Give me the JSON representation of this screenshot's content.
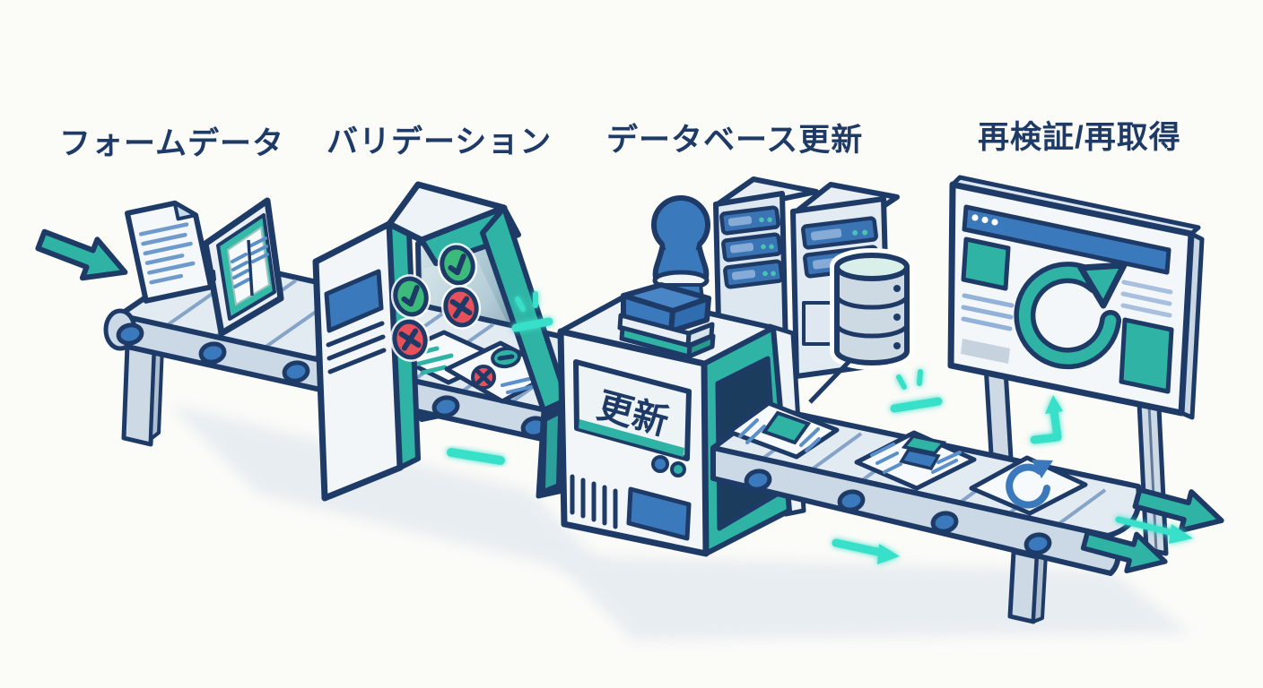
{
  "stages": [
    {
      "id": "form-data",
      "label": "フォームデータ"
    },
    {
      "id": "validation",
      "label": "バリデーション"
    },
    {
      "id": "database-update",
      "label": "データベース更新"
    },
    {
      "id": "revalidation-refetch",
      "label": "再検証/再取得"
    }
  ],
  "machine": {
    "stamp_panel_label": "更新"
  },
  "colors": {
    "outline": "#1e3a66",
    "teal": "#2fb3a4",
    "glow_teal": "#38e0c9",
    "blue": "#3b79bd",
    "green": "#3cba7c",
    "red": "#e8505c",
    "belt_top": "#e2eaf2",
    "belt_rail": "#cbd8e5",
    "machine_face": "#f2f6f9",
    "shadow": "#e0e7ef",
    "background": "#fbfbf8"
  },
  "icons": {
    "input_arrow": "arrow-down-right",
    "valid_badge": "check-circle",
    "invalid_badge": "x-circle",
    "pending_badge": "minus-circle",
    "refresh_large": "refresh-circular-arrow",
    "refresh_card": "refresh-circular-arrow",
    "database": "database-cylinder",
    "servers": "server-rack",
    "output_arrows": "arrow-right"
  }
}
